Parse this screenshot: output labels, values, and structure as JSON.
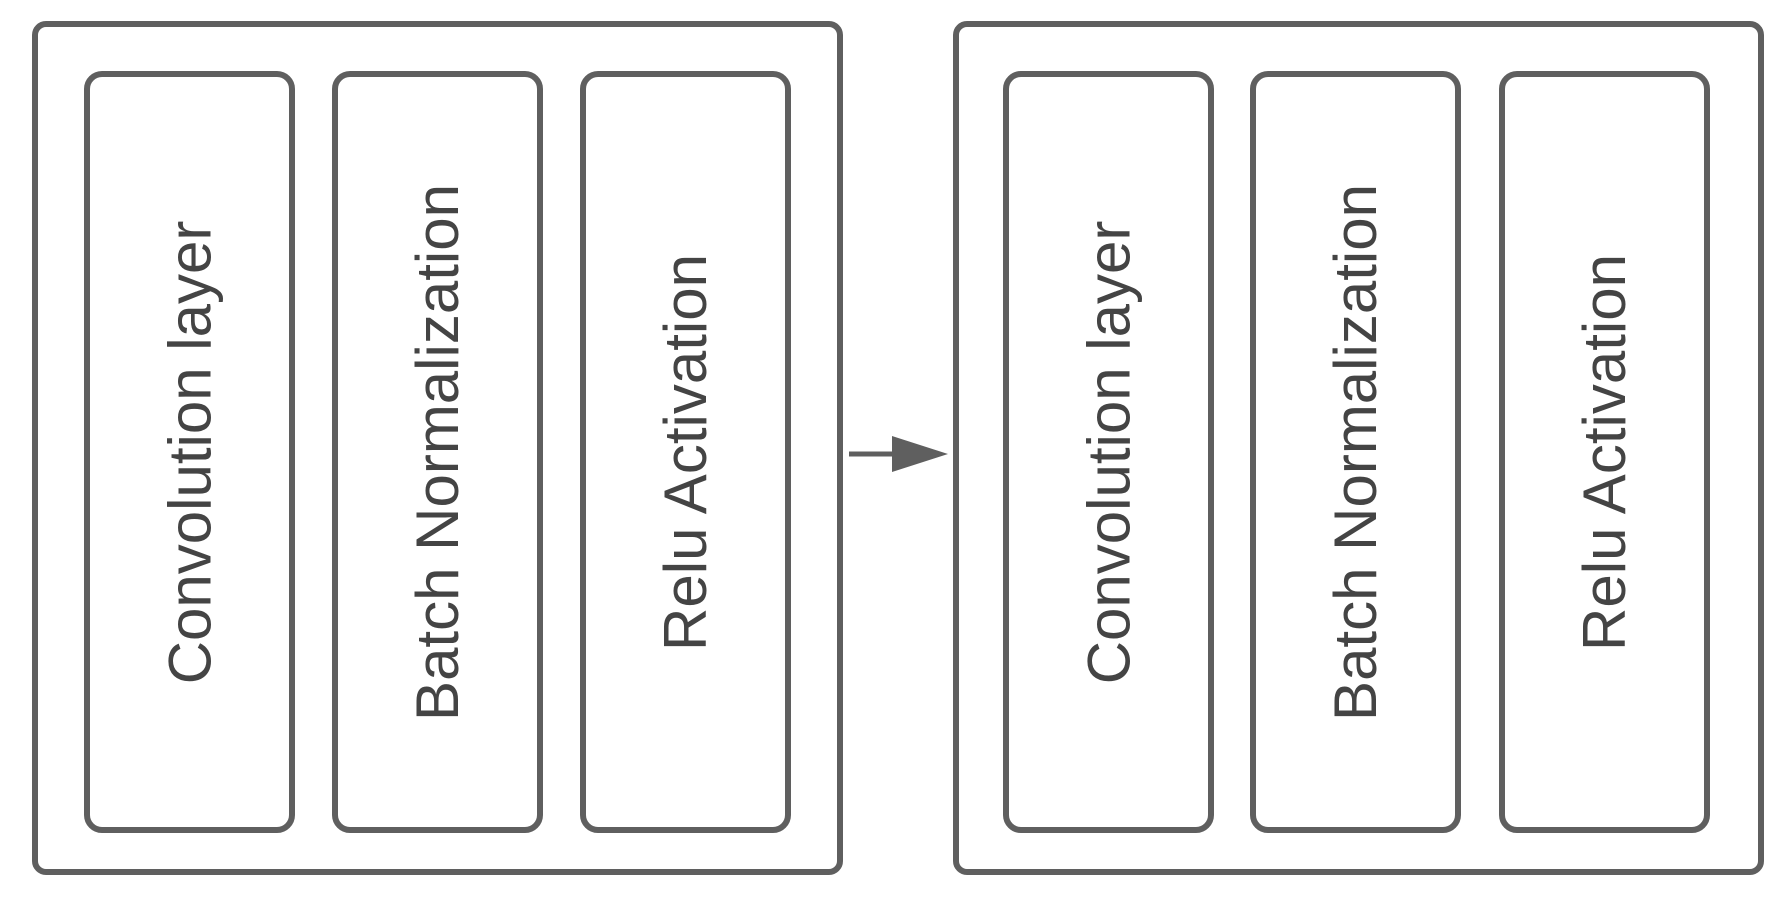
{
  "blocks": [
    {
      "layers": [
        "Convolution layer",
        "Batch Normalization",
        "Relu Activation"
      ]
    },
    {
      "layers": [
        "Convolution layer",
        "Batch Normalization",
        "Relu Activation"
      ]
    }
  ],
  "colors": {
    "stroke": "#5f5f5f",
    "text": "#444444"
  }
}
